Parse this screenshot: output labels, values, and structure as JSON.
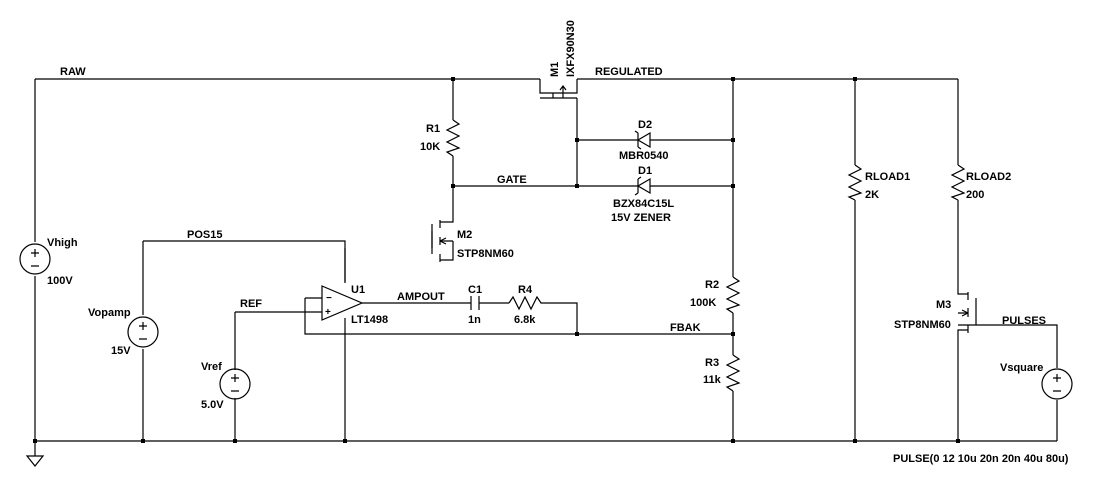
{
  "nets": {
    "raw": "RAW",
    "regulated": "REGULATED",
    "gate": "GATE",
    "pos15": "POS15",
    "ref": "REF",
    "ampout": "AMPOUT",
    "fbak": "FBAK",
    "pulses": "PULSES"
  },
  "components": {
    "m1": {
      "name": "M1",
      "value": "IXFX90N30"
    },
    "r1": {
      "name": "R1",
      "value": "10K"
    },
    "d2": {
      "name": "D2",
      "value": "MBR0540"
    },
    "d1": {
      "name": "D1",
      "value": "BZX84C15L",
      "note": "15V ZENER"
    },
    "m2": {
      "name": "M2",
      "value": "STP8NM60"
    },
    "u1": {
      "name": "U1",
      "value": "LT1498"
    },
    "c1": {
      "name": "C1",
      "value": "1n"
    },
    "r4": {
      "name": "R4",
      "value": "6.8k"
    },
    "r2": {
      "name": "R2",
      "value": "100K"
    },
    "r3": {
      "name": "R3",
      "value": "11k"
    },
    "vhigh": {
      "name": "Vhigh",
      "value": "100V"
    },
    "vopamp": {
      "name": "Vopamp",
      "value": "15V"
    },
    "vref": {
      "name": "Vref",
      "value": "5.0V"
    },
    "rload1": {
      "name": "RLOAD1",
      "value": "2K"
    },
    "rload2": {
      "name": "RLOAD2",
      "value": "200"
    },
    "m3": {
      "name": "M3",
      "value": "STP8NM60"
    },
    "vsquare": {
      "name": "Vsquare",
      "value": "PULSE(0 12 10u 20n 20n 40u 80u)"
    }
  }
}
